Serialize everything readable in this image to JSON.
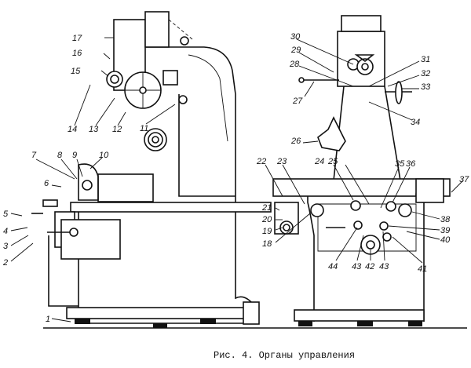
{
  "caption": "Рис. 4. Органы управления",
  "labels_left": [
    "1",
    "2",
    "3",
    "4",
    "5",
    "6",
    "7",
    "8",
    "9",
    "10",
    "11",
    "12",
    "13",
    "14",
    "15",
    "16",
    "17"
  ],
  "labels_right": [
    "18",
    "19",
    "20",
    "21",
    "22",
    "23",
    "24",
    "25",
    "26",
    "27",
    "28",
    "29",
    "30",
    "31",
    "32",
    "33",
    "34",
    "35",
    "36",
    "37",
    "38",
    "39",
    "40",
    "41",
    "42",
    "43",
    "43",
    "44"
  ]
}
